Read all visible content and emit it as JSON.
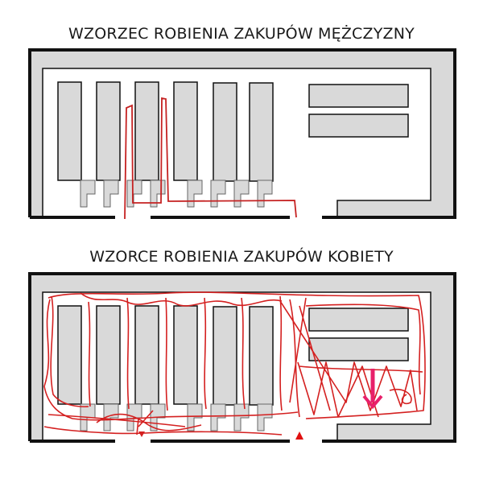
{
  "diagrams": [
    {
      "title": "WZORZEC ROBIENIA ZAKUPÓW MĘŻCZYZNY",
      "subject": "men",
      "path_description": "direct path: enter, go up one aisle, come back, go to checkout"
    },
    {
      "title": "WZORCE ROBIENIA ZAKUPÓW KOBIETY",
      "subject": "women",
      "path_description": "chaotic path covering every aisle, with arrow and entrance marker"
    }
  ],
  "colors": {
    "wall": "#111111",
    "shelf_fill": "#d9d9d9",
    "path": "#d42020",
    "arrow": "#e8206a",
    "background": "#ffffff"
  }
}
